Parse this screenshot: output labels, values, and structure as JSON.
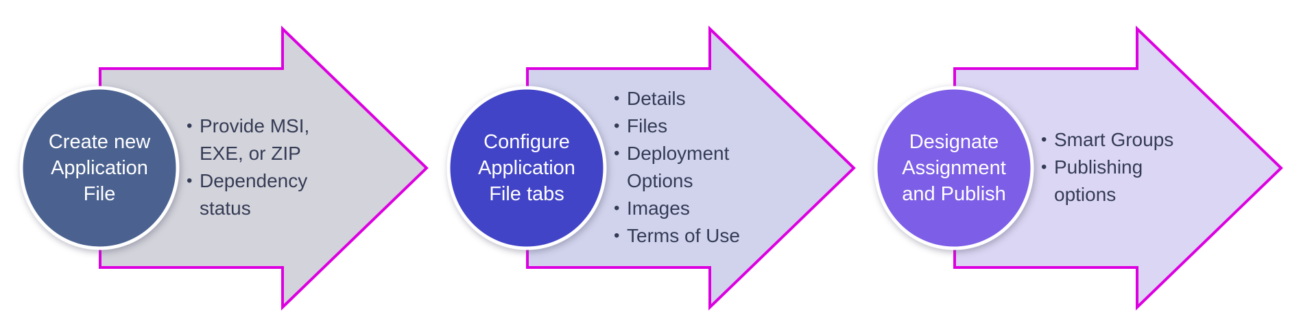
{
  "diagram": {
    "outline_color": "#dc00e0",
    "bullet_text_color": "#343b54",
    "circle_text_color": "#ffffff",
    "steps": [
      {
        "circle_label": "Create new Application File",
        "circle_label_lines": [
          "Create new",
          "Application",
          "File"
        ],
        "circle_fill": "#4b6290",
        "arrow_fill": "#d3d3db",
        "bullets": [
          "Provide MSI, EXE, or ZIP",
          "Dependency status"
        ]
      },
      {
        "circle_label": "Configure Application File tabs",
        "circle_label_lines": [
          "Configure",
          "Application",
          "File tabs"
        ],
        "circle_fill": "#4244c7",
        "arrow_fill": "#d1d3ed",
        "bullets": [
          "Details",
          "Files",
          "Deployment Options",
          "Images",
          "Terms of Use"
        ]
      },
      {
        "circle_label": "Designate Assignment and Publish",
        "circle_label_lines": [
          "Designate",
          "Assignment",
          "and Publish"
        ],
        "circle_fill": "#7d5ee6",
        "arrow_fill": "#dbd6f3",
        "bullets": [
          "Smart Groups",
          "Publishing options"
        ]
      }
    ]
  }
}
